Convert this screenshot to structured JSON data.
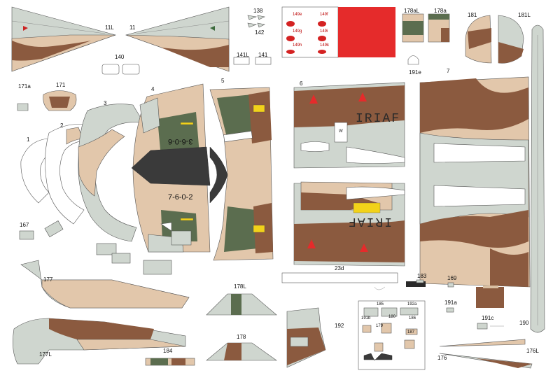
{
  "colors": {
    "grey": "#cfd6cf",
    "sand": "#e2c7ab",
    "brown": "#8b5a3f",
    "green": "#5b6d4f",
    "dark": "#3a3a3a",
    "red": "#e52b2b",
    "line": "#555555"
  },
  "labels": {
    "p11L": "11L",
    "p11": "11",
    "p138": "138",
    "p142": "142",
    "p149e": "149e",
    "p149f": "149f",
    "p149g": "149g",
    "p149i": "149i",
    "p149h": "149h",
    "p149k": "149k",
    "p178aL": "178aL",
    "p178a": "178a",
    "p181": "181",
    "p181L": "181L",
    "p140": "140",
    "p141L": "141L",
    "p141": "141",
    "p171a": "171a",
    "p171": "171",
    "p1": "1",
    "p2": "2",
    "p3": "3",
    "p4": "4",
    "p5": "5",
    "p6": "6",
    "p7": "7",
    "p191e": "191e",
    "p167": "167",
    "p177": "177",
    "p177L": "177L",
    "p178L": "178L",
    "p178": "178",
    "p184": "184",
    "p23d": "23d",
    "p183": "183",
    "p169": "169",
    "p191a": "191a",
    "p185": "185",
    "p192a": "192a",
    "p191b": "191b",
    "p180": "180",
    "p179": "179",
    "p186": "186",
    "p187": "187",
    "p192": "192",
    "p191c": "191c",
    "p190": "190",
    "p176": "176",
    "p176L": "176L"
  },
  "markings": {
    "iriaf_top": "IRIAF",
    "iriaf_bottom": "IRIAF",
    "serial_top": "3-6-0-6",
    "serial_bottom": "7-6-0-2",
    "w": "W"
  }
}
